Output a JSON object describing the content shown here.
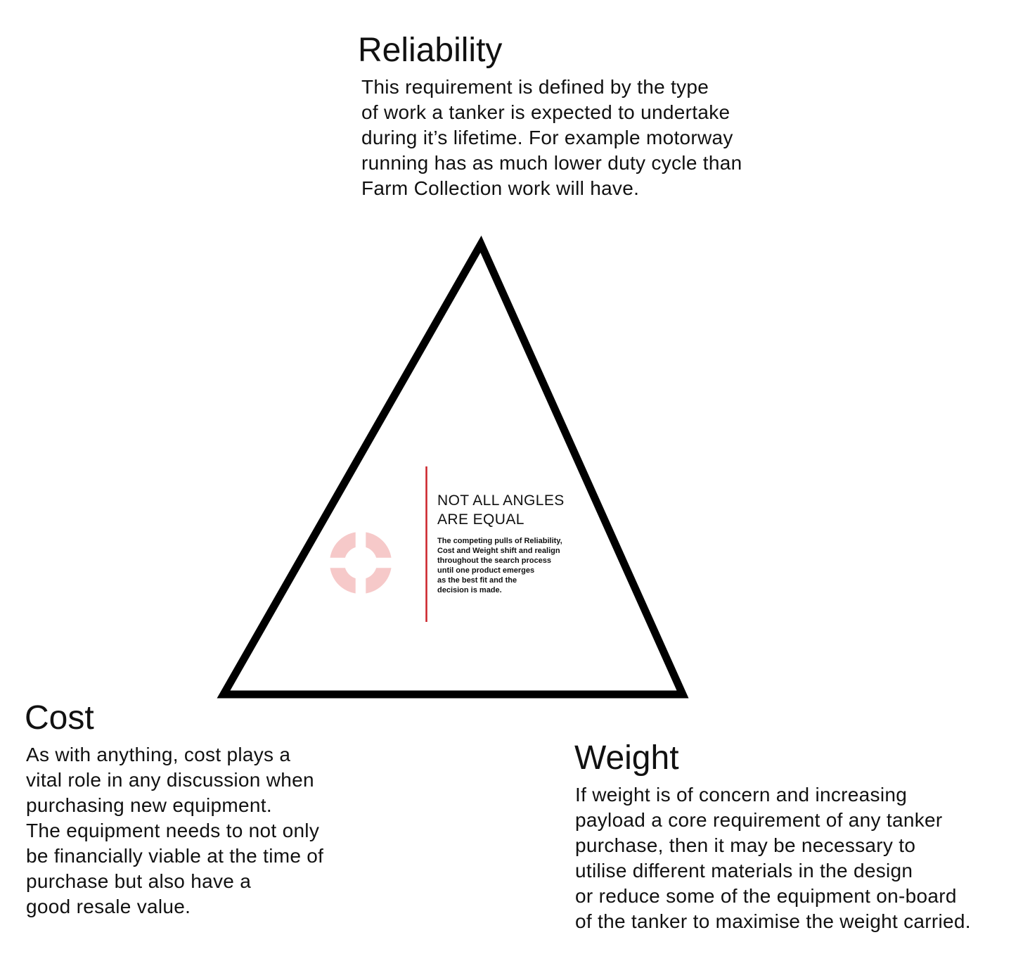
{
  "reliability": {
    "title": "Reliability",
    "lines": [
      "This requirement is defined by the type",
      "of work a tanker is expected to undertake",
      "during it’s lifetime. For example motorway",
      "running has as much lower duty cycle than",
      "Farm Collection work will have."
    ]
  },
  "cost": {
    "title": "Cost",
    "lines": [
      "As with anything, cost plays a",
      "vital role in any discussion when",
      "purchasing new equipment.",
      "The equipment needs to not only",
      "be financially viable at the time of",
      "purchase but also have a",
      "good resale value."
    ]
  },
  "weight": {
    "title": "Weight",
    "lines": [
      "If weight is of concern and increasing",
      "payload a core requirement of any tanker",
      "purchase, then it may be necessary to",
      "utilise different materials in the design",
      "or reduce some of the equipment on-board",
      "of the tanker to maximise the weight carried."
    ]
  },
  "callout": {
    "title_lines": [
      "NOT ALL ANGLES",
      "ARE EQUAL"
    ],
    "body_lines": [
      "The competing pulls of Reliability,",
      "Cost and Weight shift and realign",
      "throughout the search process",
      "until one product emerges",
      "as the best fit and the",
      "decision is made."
    ]
  },
  "colors": {
    "stroke": "#000000",
    "accent": "#cc2229",
    "target": "#f6c9c9"
  },
  "icons": {
    "center": "target-icon"
  }
}
